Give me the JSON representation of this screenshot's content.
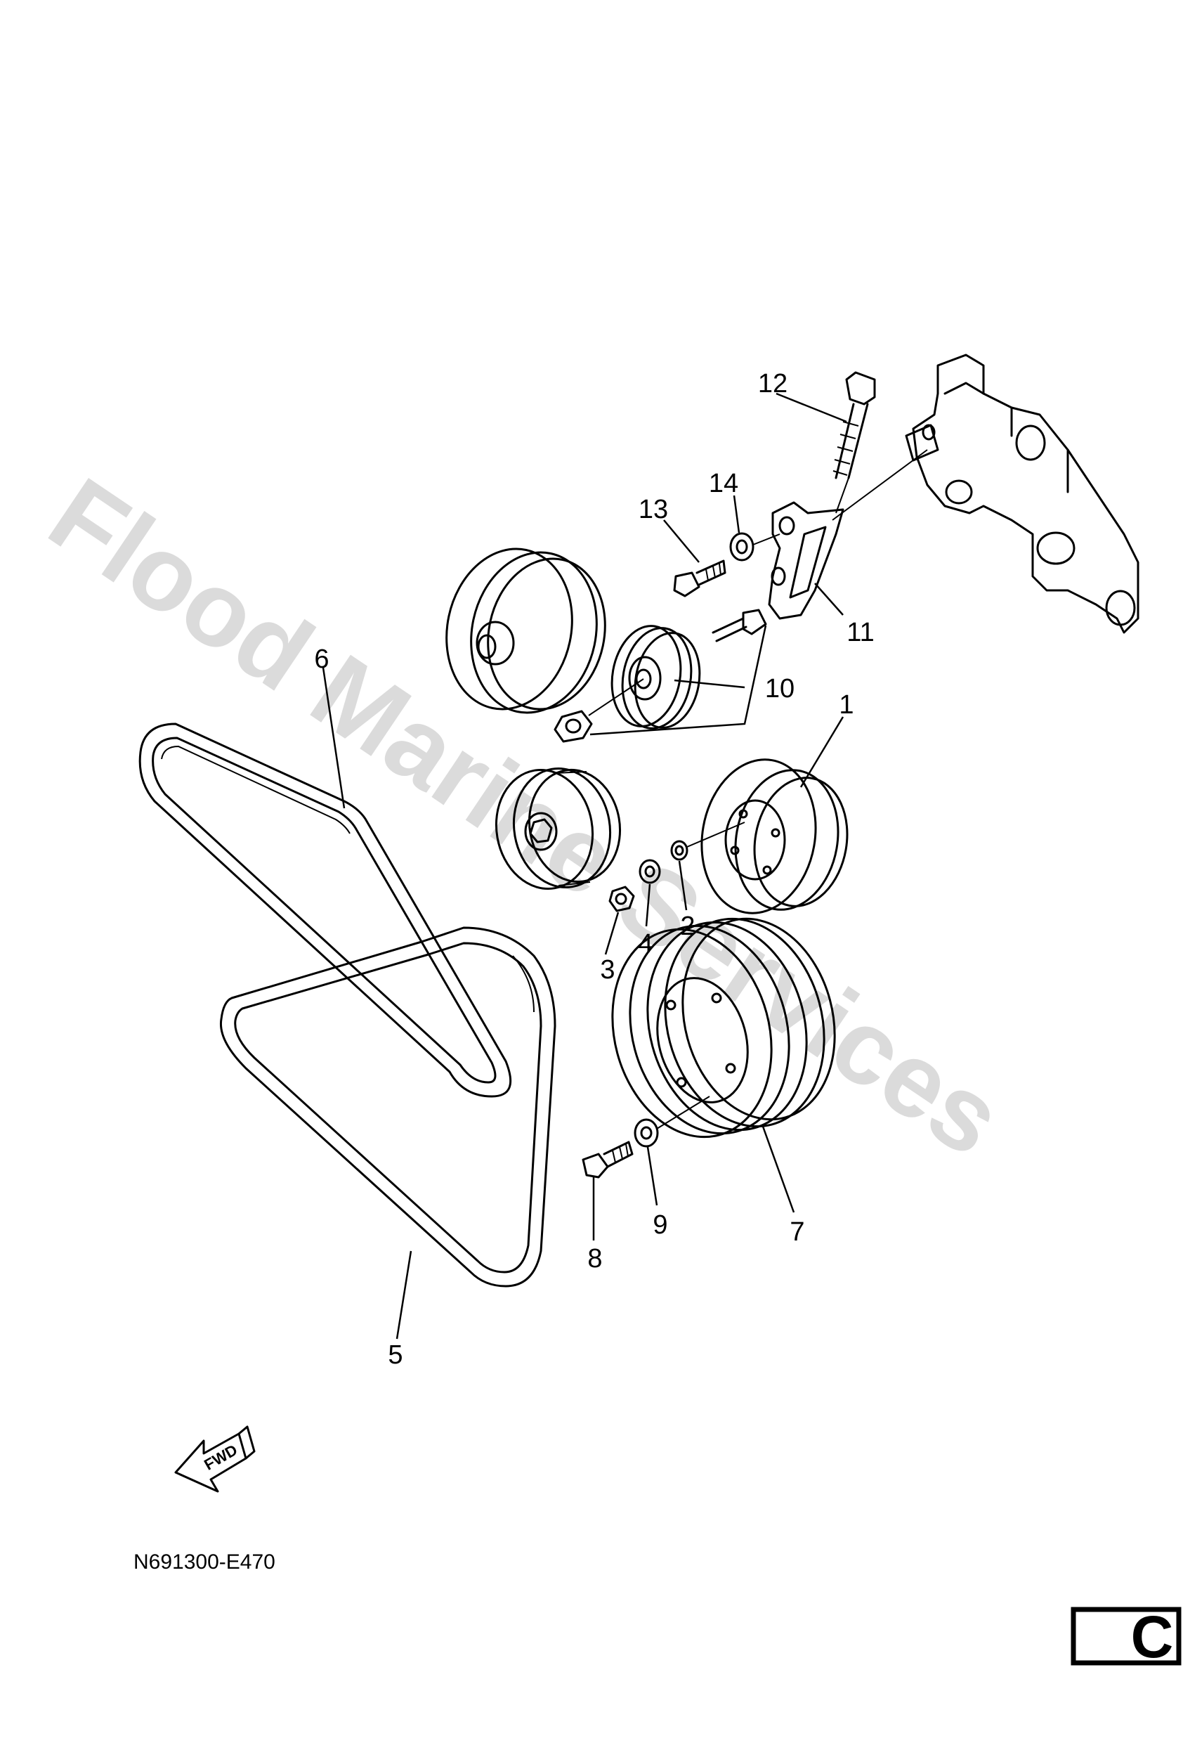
{
  "watermark": "Flood Marine Services",
  "drawing_code": "N691300-E470",
  "section_letter": "C",
  "fwd_label": "FWD",
  "callouts": [
    {
      "id": "1",
      "label": "1"
    },
    {
      "id": "2",
      "label": "2"
    },
    {
      "id": "3",
      "label": "3"
    },
    {
      "id": "4",
      "label": "4"
    },
    {
      "id": "5",
      "label": "5"
    },
    {
      "id": "6",
      "label": "6"
    },
    {
      "id": "7",
      "label": "7"
    },
    {
      "id": "8",
      "label": "8"
    },
    {
      "id": "9",
      "label": "9"
    },
    {
      "id": "10",
      "label": "10"
    },
    {
      "id": "11",
      "label": "11"
    },
    {
      "id": "12",
      "label": "12"
    },
    {
      "id": "13",
      "label": "13"
    },
    {
      "id": "14",
      "label": "14"
    }
  ]
}
